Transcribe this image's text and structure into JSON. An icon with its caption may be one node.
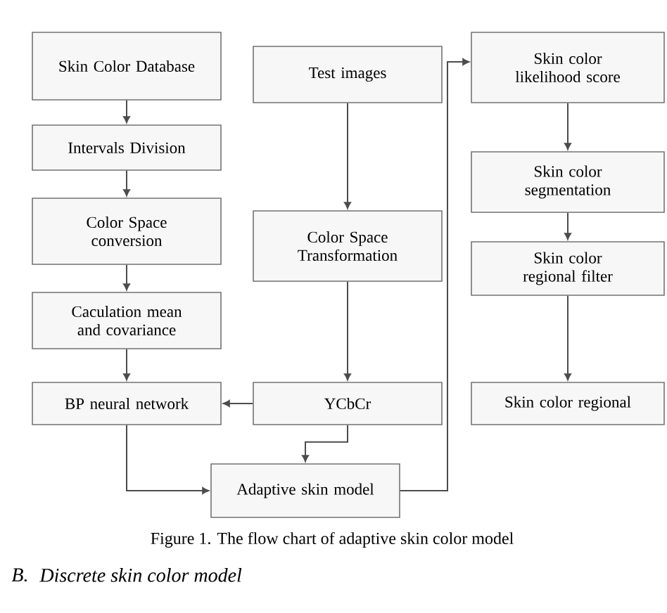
{
  "diagram": {
    "caption": "Figure  1. The flow chart of adaptive skin color model",
    "nodes": [
      {
        "text": [
          "Skin Color Database"
        ]
      },
      {
        "text": [
          "Intervals Division"
        ]
      },
      {
        "text": [
          "Color Space conversion"
        ]
      },
      {
        "text": [
          "Caculation mean and covariance"
        ]
      },
      {
        "text": [
          "BP neural network"
        ]
      },
      {
        "text": [
          "Test images"
        ]
      },
      {
        "text": [
          "Color Space Transformation"
        ]
      },
      {
        "text": [
          "YCbCr"
        ]
      },
      {
        "text": [
          "Adaptive skin model"
        ]
      },
      {
        "text": [
          "Skin color likelihood score"
        ]
      },
      {
        "text": [
          "Skin color segmentation"
        ]
      },
      {
        "text": [
          "Skin color regional filter"
        ]
      },
      {
        "text": [
          "Skin color regional"
        ]
      }
    ],
    "edges": [
      {
        "from": 0,
        "to": 1,
        "arrow": "to"
      },
      {
        "from": 1,
        "to": 2,
        "arrow": "to"
      },
      {
        "from": 2,
        "to": 3,
        "arrow": "to"
      },
      {
        "from": 3,
        "to": 4,
        "arrow": "to"
      },
      {
        "from": 5,
        "to": 6,
        "arrow": "to"
      },
      {
        "from": 6,
        "to": 7,
        "arrow": "to"
      },
      {
        "from": 7,
        "to": 4,
        "arrow": "to"
      },
      {
        "from": 7,
        "to": 8,
        "arrow": "to"
      },
      {
        "from": 4,
        "to": 8,
        "arrow": "to"
      },
      {
        "from": 8,
        "to": 9,
        "arrow": "to"
      },
      {
        "from": 9,
        "to": 10,
        "arrow": "to"
      },
      {
        "from": 10,
        "to": 11,
        "arrow": "to"
      },
      {
        "from": 11,
        "to": 12,
        "arrow": "to"
      }
    ],
    "labels": [
      "B.",
      "Discrete skin color model"
    ]
  }
}
